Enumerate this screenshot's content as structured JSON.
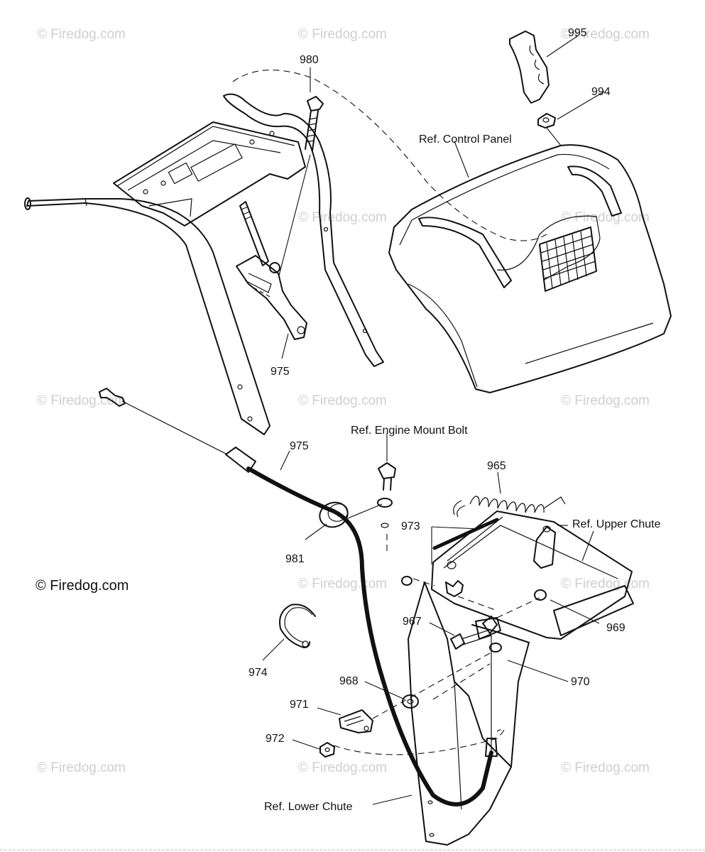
{
  "watermark_text": "© Firedog.com",
  "copyright_text": "© Firedog.com",
  "labels": {
    "p995": "995",
    "p994": "994",
    "p980": "980",
    "control_panel": "Ref. Control Panel",
    "p975_top": "975",
    "p975_cable": "975",
    "engine_mount_bolt": "Ref. Engine Mount Bolt",
    "p965": "965",
    "p973": "973",
    "upper_chute": "Ref. Upper Chute",
    "p981": "981",
    "p969": "969",
    "p967": "967",
    "p974": "974",
    "p968": "968",
    "p970": "970",
    "p971": "971",
    "p972": "972",
    "lower_chute": "Ref. Lower Chute"
  }
}
